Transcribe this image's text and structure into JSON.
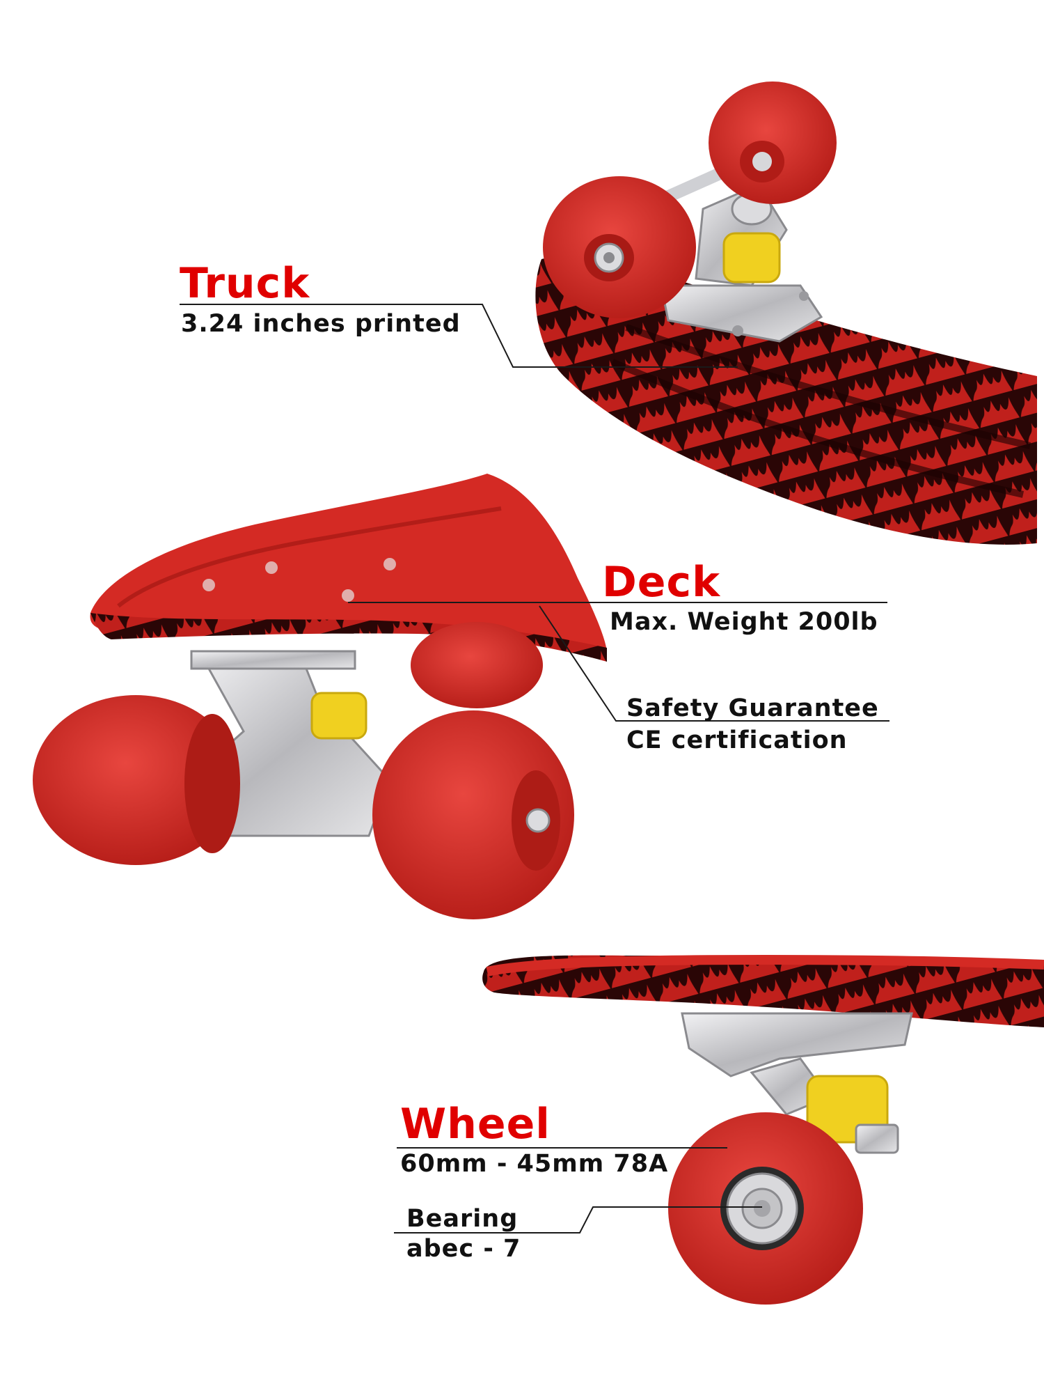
{
  "colors": {
    "accent": "#e00000",
    "wheel": "#d6312b",
    "deck": "#d42a24",
    "deck_dark": "#2a0606",
    "bushing": "#f0d020",
    "metal": "#c9c9cc",
    "text": "#111111"
  },
  "callouts": {
    "truck": {
      "title": "Truck",
      "subtitle": "3.24 inches printed"
    },
    "deck": {
      "title": "Deck",
      "subtitle": "Max. Weight 200lb"
    },
    "safety": {
      "title": "Safety Guarantee",
      "subtitle": "CE certification"
    },
    "wheel": {
      "title": "Wheel",
      "subtitle": "60mm - 45mm 78A"
    },
    "bearing": {
      "title": "Bearing",
      "subtitle": "abec - 7"
    }
  }
}
